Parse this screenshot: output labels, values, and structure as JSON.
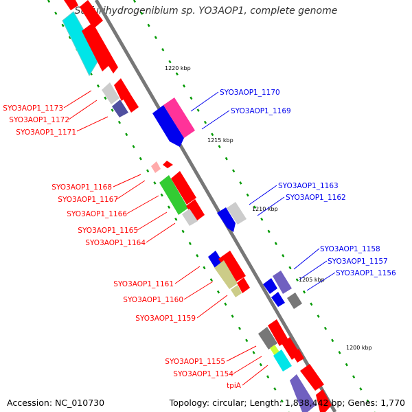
{
  "title": "Sulfurihydrogenibium sp. YO3AOP1, complete genome",
  "accession": "Accession: NC_010730",
  "topology": "Topology: circular; Length: 1,838,442 bp; Genes: 1,770",
  "colors": {
    "red": "#ff0000",
    "blue": "#0000ee",
    "backbone": "#777777",
    "tick": "#009900",
    "cyan": "#00e5e8",
    "magenta": "#ff3399",
    "green": "#33cc33",
    "olive": "#cccc88",
    "purple": "#7060c0",
    "grey": "#cccccc",
    "dark_grey": "#777777",
    "lime": "#ccff33"
  },
  "scale_labels": [
    "1220 kbp",
    "1215 kbp",
    "1210 kbp",
    "1205 kbp",
    "1200 kbp"
  ],
  "labels_left": [
    "SYO3AOP1_1173",
    "SYO3AOP1_1172",
    "SYO3AOP1_1171",
    "SYO3AOP1_1168",
    "SYO3AOP1_1167",
    "SYO3AOP1_1166",
    "SYO3AOP1_1165",
    "SYO3AOP1_1164",
    "SYO3AOP1_1161",
    "SYO3AOP1_1160",
    "SYO3AOP1_1159",
    "SYO3AOP1_1155",
    "SYO3AOP1_1154",
    "tpiA"
  ],
  "labels_right": [
    "SYO3AOP1_1170",
    "SYO3AOP1_1169",
    "SYO3AOP1_1163",
    "SYO3AOP1_1162",
    "SYO3AOP1_1158",
    "SYO3AOP1_1157",
    "SYO3AOP1_1156"
  ]
}
